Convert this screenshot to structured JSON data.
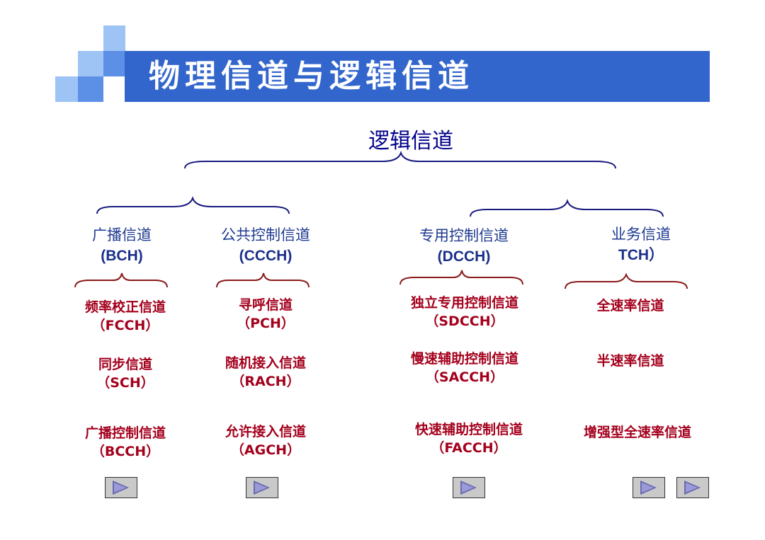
{
  "slide": {
    "title": "物理信道与逻辑信道",
    "root_label": "逻辑信道",
    "groups": [
      {
        "name": "广播信道",
        "code": "(BCH)",
        "channels": [
          {
            "name": "频率校正信道",
            "code": "（FCCH）"
          },
          {
            "name": "同步信道",
            "code": "（SCH）"
          },
          {
            "name": "广播控制信道",
            "code": "（BCCH）"
          }
        ]
      },
      {
        "name": "公共控制信道",
        "code": "(CCCH)",
        "channels": [
          {
            "name": "寻呼信道",
            "code": "（PCH）"
          },
          {
            "name": "随机接入信道",
            "code": "（RACH）"
          },
          {
            "name": "允许接入信道",
            "code": "（AGCH）"
          }
        ]
      },
      {
        "name": "专用控制信道",
        "code": "(DCCH)",
        "channels": [
          {
            "name": "独立专用控制信道",
            "code": "（SDCCH）"
          },
          {
            "name": "慢速辅助控制信道",
            "code": "（SACCH）"
          },
          {
            "name": "快速辅助控制信道",
            "code": "（FACCH）"
          }
        ]
      },
      {
        "name": "业务信道",
        "code": "TCH）",
        "channels": [
          {
            "name": "全速率信道",
            "code": ""
          },
          {
            "name": "半速率信道",
            "code": ""
          },
          {
            "name": "增强型全速率信道",
            "code": ""
          }
        ]
      }
    ],
    "nav_buttons": [
      "play-bch",
      "play-ccch",
      "play-dcch",
      "play-tch-1",
      "play-tch-2"
    ],
    "colors": {
      "title_bar": "#3366cc",
      "brace": "#1a1a80",
      "category": "#1f3b91",
      "channel": "#a4001c"
    }
  }
}
